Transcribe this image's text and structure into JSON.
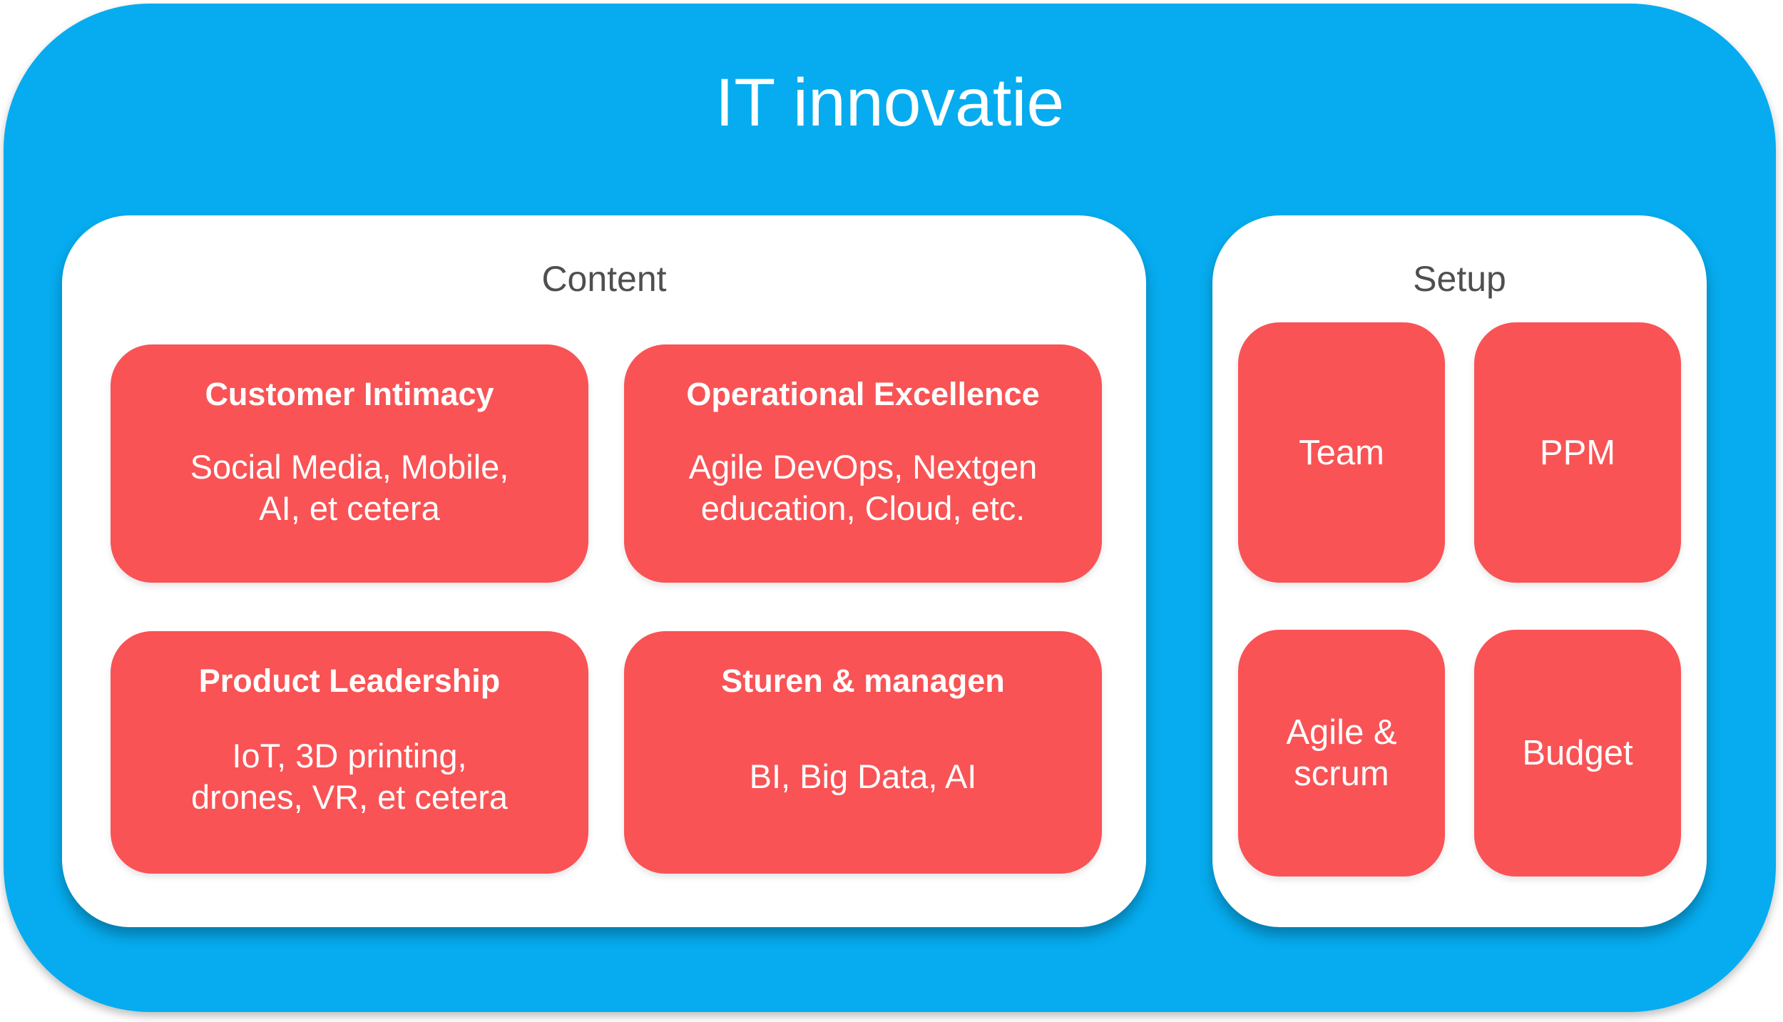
{
  "title": "IT innovatie",
  "colors": {
    "container_blue": "#06ACEF",
    "box_red": "#F95355",
    "panel_label_gray": "#4F4F4F",
    "text_white": "#FFFFFF"
  },
  "content_panel": {
    "label": "Content",
    "boxes": [
      {
        "heading": "Customer Intimacy",
        "body": [
          "Social Media, Mobile,",
          "AI, et cetera"
        ]
      },
      {
        "heading": "Operational Excellence",
        "body": [
          "Agile DevOps, Nextgen",
          "education, Cloud, etc."
        ]
      },
      {
        "heading": "Product Leadership",
        "body": [
          "IoT, 3D printing,",
          "drones, VR, et cetera"
        ]
      },
      {
        "heading": "Sturen & managen",
        "body": [
          "BI, Big Data, AI"
        ]
      }
    ]
  },
  "setup_panel": {
    "label": "Setup",
    "boxes": [
      {
        "label": "Team"
      },
      {
        "label": "PPM"
      },
      {
        "label": [
          "Agile &",
          "scrum"
        ]
      },
      {
        "label": "Budget"
      }
    ]
  }
}
